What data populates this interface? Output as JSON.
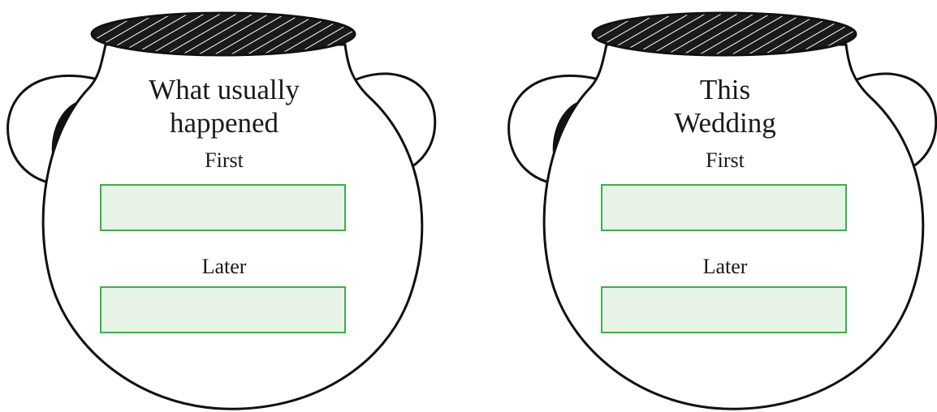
{
  "colors": {
    "box_fill": "#e7f3e6",
    "box_border": "#3fae4a",
    "ink": "#111111"
  },
  "jars": [
    {
      "title_line1": "What usually",
      "title_line2": "happened",
      "first_label": "First",
      "later_label": "Later"
    },
    {
      "title_line1": "This",
      "title_line2": "Wedding",
      "first_label": "First",
      "later_label": "Later"
    }
  ]
}
